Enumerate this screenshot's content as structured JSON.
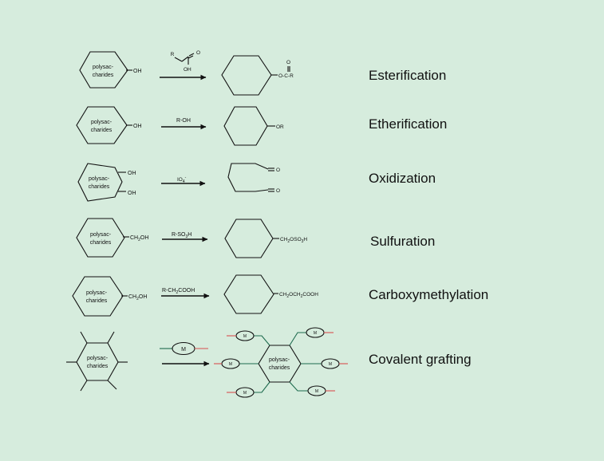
{
  "colors": {
    "background": "#d6ecdd",
    "linker_green": "#1e6b4e",
    "linker_red": "#d8504f",
    "ink": "#111111"
  },
  "polysaccharide": [
    "polysac-",
    "charides"
  ],
  "reactions": [
    {
      "title": "Esterification",
      "reactant_group": "OH",
      "reagent_r": "R",
      "reagent_oh": "OH",
      "reagent_o": "O",
      "product_group": "O-C-R",
      "product_o": "O"
    },
    {
      "title": "Etherification",
      "reactant_group": "OH",
      "reagent": "R-OH",
      "product_group": "OR"
    },
    {
      "title": "Oxidization",
      "reactant_group_top": "OH",
      "reactant_group_bottom": "OH",
      "reagent": "IO",
      "reagent_sub": "4",
      "reagent_sup": "-",
      "product_top": "O",
      "product_bottom": "O"
    },
    {
      "title": "Sulfuration",
      "reactant_group": "CH",
      "reactant_sub": "2",
      "reactant_tail": "OH",
      "reagent": "R-SO",
      "reagent_sub": "3",
      "reagent_tail": "H",
      "product_group": "CH",
      "product_sub1": "2",
      "product_mid": "OSO",
      "product_sub2": "3",
      "product_tail": "H"
    },
    {
      "title": "Carboxymethylation",
      "reactant_group": "CH",
      "reactant_sub": "2",
      "reactant_tail": "OH",
      "reagent": "R-CH",
      "reagent_sub": "2",
      "reagent_tail": "COOH",
      "product_group": "CH",
      "product_sub1": "2",
      "product_mid": "OCH",
      "product_sub2": "2",
      "product_tail": "COOH"
    },
    {
      "title": "Covalent grafting",
      "monomer": "M"
    }
  ]
}
